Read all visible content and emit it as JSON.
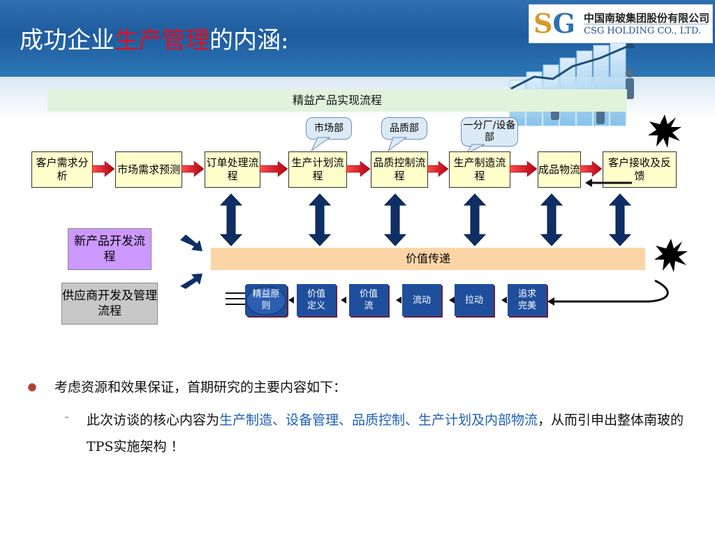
{
  "title": {
    "prefix": "成功企业",
    "highlight": "生产管理",
    "suffix": "的内涵:"
  },
  "logo": {
    "mark_s": "S",
    "mark_g": "G",
    "name_cn": "中国南玻集团股份有限公司",
    "name_en": "CSG HOLDING CO., LTD."
  },
  "banner": "精益产品实现流程",
  "bubbles": [
    "市场部",
    "品质部",
    "一分厂/设备部"
  ],
  "process": [
    "客户需求分析",
    "市场需求预测",
    "订单处理流程",
    "生产计划流程",
    "品质控制流程",
    "生产制造流程",
    "成品物流",
    "客户接收及反馈"
  ],
  "side": {
    "new_product": "新产品开发流程",
    "supplier": "供应商开发及管理流程"
  },
  "value_bar": "价值传递",
  "lean": [
    "精益原则",
    "价值定义",
    "价值流",
    "流动",
    "拉动",
    "追求完美"
  ],
  "bullets": {
    "main": "考虑资源和效果保证，首期研究的主要内容如下：",
    "sub_prefix": "此次访谈的核心内容为",
    "sub_highlight": "生产制造、设备管理、品质控制、生产计划及内部物流",
    "sub_suffix": "，从而引申出整体南玻的TPS实施架构 ！"
  },
  "colors": {
    "accent_red": "#e01020",
    "header_blue": "#1f5c9e",
    "box_fill": "#ffffcc",
    "value_bar": "#fcd5a6",
    "lean_box": "#1f4f9c",
    "highlight_text": "#1f5fb8"
  }
}
